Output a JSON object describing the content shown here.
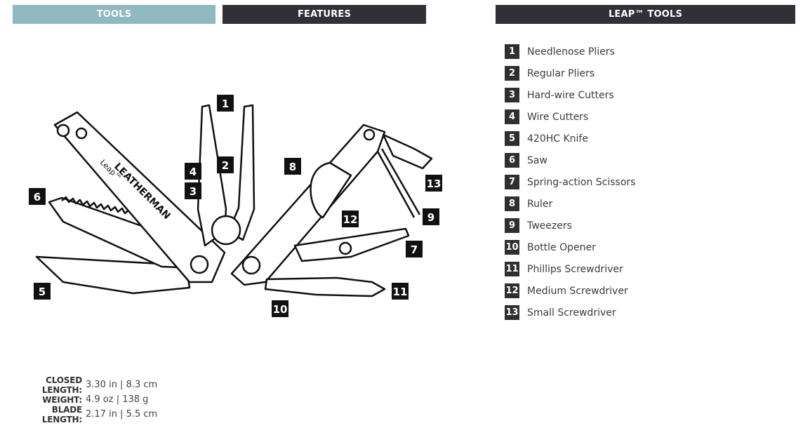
{
  "tabs": {
    "tools": "TOOLS",
    "features": "FEATURES"
  },
  "panel": {
    "title": "LEAP™ TOOLS",
    "tools": [
      {
        "number": "1",
        "name": "Needlenose Pliers"
      },
      {
        "number": "2",
        "name": "Regular Pliers"
      },
      {
        "number": "3",
        "name": "Hard-wire Cutters"
      },
      {
        "number": "4",
        "name": "Wire Cutters"
      },
      {
        "number": "5",
        "name": "420HC Knife"
      },
      {
        "number": "6",
        "name": "Saw"
      },
      {
        "number": "7",
        "name": "Spring-action Scissors"
      },
      {
        "number": "8",
        "name": "Ruler"
      },
      {
        "number": "9",
        "name": "Tweezers"
      },
      {
        "number": "10",
        "name": "Bottle Opener"
      },
      {
        "number": "11",
        "name": "Phillips Screwdriver"
      },
      {
        "number": "12",
        "name": "Medium Screwdriver"
      },
      {
        "number": "13",
        "name": "Small Screwdriver"
      }
    ]
  },
  "diagram": {
    "brand_text": "LEATHERMAN",
    "model_text": "Leap™",
    "callouts": [
      "1",
      "2",
      "3",
      "4",
      "5",
      "6",
      "7",
      "8",
      "9",
      "10",
      "11",
      "12",
      "13"
    ]
  },
  "specs": [
    {
      "label": "CLOSED LENGTH:",
      "value": "3.30 in | 8.3 cm"
    },
    {
      "label": "WEIGHT:",
      "value": "4.9 oz | 138 g"
    },
    {
      "label": "BLADE LENGTH:",
      "value": "2.17 in | 5.5 cm"
    }
  ]
}
